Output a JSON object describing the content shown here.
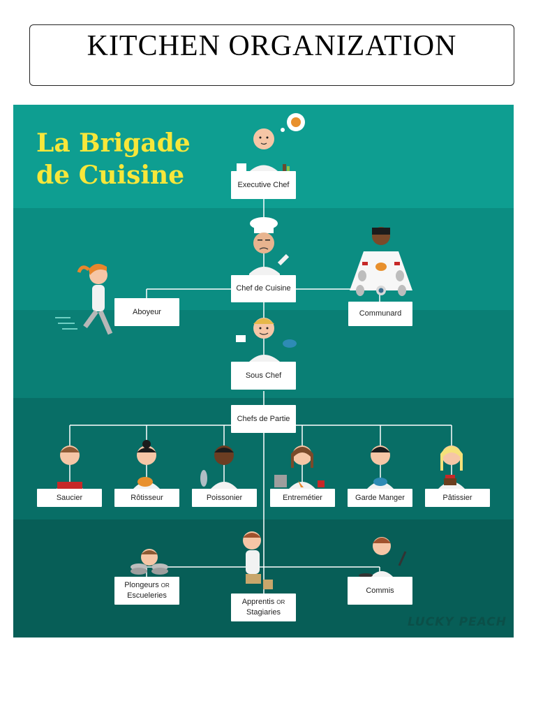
{
  "header": {
    "title": "KITCHEN  ORGANIZATION"
  },
  "poster": {
    "title_line1": "La Brigade",
    "title_line2": "de Cuisine",
    "watermark": "LUCKY PEACH"
  },
  "roles": {
    "executive_chef": "Executive Chef",
    "chef_de_cuisine": "Chef de Cuisine",
    "aboyeur": "Aboyeur",
    "communard": "Communard",
    "sous_chef": "Sous Chef",
    "chefs_de_partie": "Chefs de Partie",
    "saucier": "Saucier",
    "rotisseur": "Rôtisseur",
    "poissonier": "Poissonier",
    "entremetier": "Entremétier",
    "garde_manger": "Garde Manger",
    "patissier": "Pâtissier",
    "plongeurs": "Plongeurs",
    "plongeurs_or": "OR",
    "escueleries": "Escueleries",
    "commis": "Commis",
    "apprentis": "Apprentis",
    "apprentis_or": "OR",
    "stagiaries": "Stagiaries"
  },
  "colors": {
    "band_1": "#0e9e91",
    "band_2": "#0b8d82",
    "band_3": "#0a7f75",
    "band_4": "#086e66",
    "band_5": "#075e57",
    "title_yellow": "#f7e73a",
    "connector": "#ffffff"
  }
}
